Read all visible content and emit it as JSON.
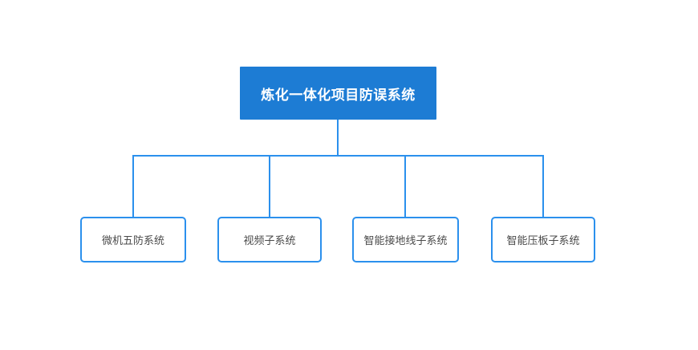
{
  "diagram": {
    "root": {
      "label": "炼化一体化项目防误系统"
    },
    "children": [
      {
        "label": "微机五防系统"
      },
      {
        "label": "视频子系统"
      },
      {
        "label": "智能接地线子系统"
      },
      {
        "label": "智能压板子系统"
      }
    ],
    "colors": {
      "background": "#ffffff",
      "root_fill": "#1d7cd4",
      "root_text": "#ffffff",
      "line": "#2b90ed",
      "child_text": "#4a4a4a"
    }
  }
}
